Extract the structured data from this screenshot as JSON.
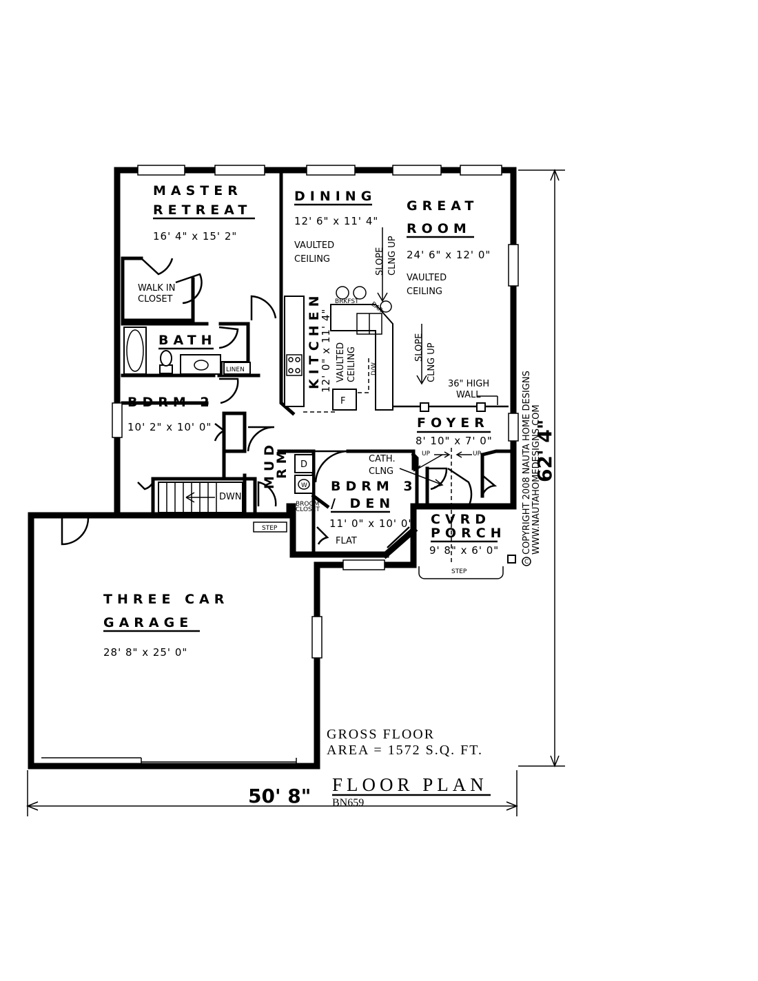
{
  "rooms": {
    "master": {
      "line1": "MASTER",
      "line2": "RETREAT",
      "dim": "16' 4\" x 15' 2\""
    },
    "walk_in_closet": {
      "line1": "WALK IN",
      "line2": "CLOSET"
    },
    "bath": {
      "name": "BATH"
    },
    "linen": {
      "name": "LINEN"
    },
    "dining": {
      "name": "DINING",
      "dim": "12' 6\" x 11' 4\"",
      "note1": "VAULTED",
      "note2": "CEILING"
    },
    "great_room": {
      "line1": "GREAT",
      "line2": "ROOM",
      "dim": "24' 6\" x 12' 0\"",
      "note1": "VAULTED",
      "note2": "CEILING"
    },
    "kitchen": {
      "name": "KITCHEN",
      "dim": "12' 0\" x 11' 4\"",
      "note1": "VAULTED",
      "note2": "CEILING",
      "fridge": "F",
      "dw": "D/W",
      "bar1": "BRKFST",
      "bar2": "BAR"
    },
    "slope1": {
      "line1": "SLOPE",
      "line2": "CLNG UP"
    },
    "slope2": {
      "line1": "SLOPE",
      "line2": "CLNG UP"
    },
    "wall36": {
      "line1": "36\" HIGH",
      "line2": "WALL"
    },
    "bdrm2": {
      "name": "BDRM 2",
      "dim": "10' 2\" x 10' 0\""
    },
    "foyer": {
      "name": "FOYER",
      "dim": "8' 10\" x 7' 0\"",
      "up1": "UP",
      "up2": "UP"
    },
    "mud": {
      "line1": "MUD",
      "line2": "RM",
      "dryer": "D",
      "washer": "W",
      "broom1": "BROOM",
      "broom2": "CLOSET"
    },
    "stairs": {
      "label": "DWN"
    },
    "bdrm3": {
      "line1": "BDRM 3",
      "line2": "/ DEN",
      "dim": "11' 0\" x 10' 0\"",
      "note": "FLAT",
      "cath1": "CATH.",
      "cath2": "CLNG"
    },
    "porch": {
      "line1": "CVRD",
      "line2": "PORCH",
      "dim": "9' 8\" x 6' 0\"",
      "step": "STEP"
    },
    "garage": {
      "line1": "THREE CAR",
      "line2": "GARAGE",
      "dim": "28' 8\" x 25' 0\"",
      "step": "STEP"
    }
  },
  "dimensions": {
    "width": "50' 8\"",
    "height": "62' 4\""
  },
  "area": {
    "line1": "GROSS FLOOR",
    "line2": "AREA = 1572 S.Q. FT."
  },
  "title": {
    "name": "FLOOR PLAN",
    "code": "BN659"
  },
  "copyright": {
    "line1": "COPYRIGHT 2008 NAUTA HOME DESIGNS",
    "line2": "WWW.NAUTAHOMEDESIGNS.COM",
    "symbol": "C"
  }
}
